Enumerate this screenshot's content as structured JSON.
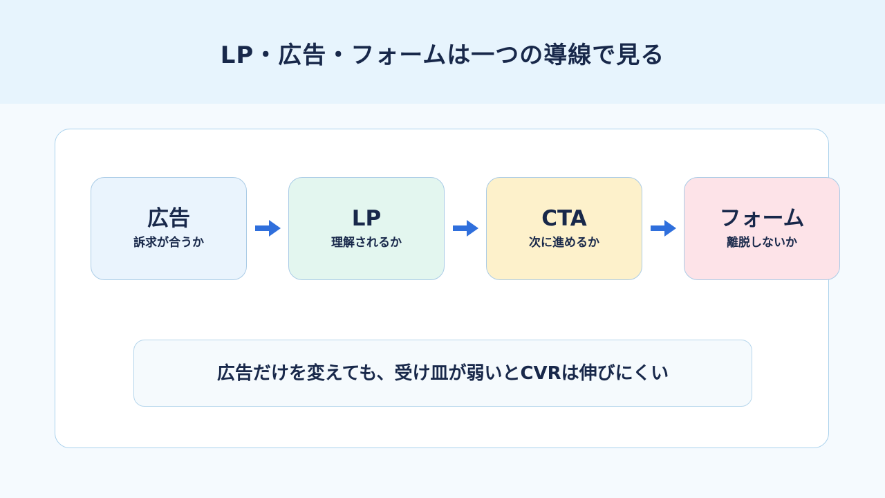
{
  "title": "LP・広告・フォームは一つの導線で見る",
  "steps": [
    {
      "title": "広告",
      "sub": "訴求が合うか",
      "color": "#eaf4fd"
    },
    {
      "title": "LP",
      "sub": "理解されるか",
      "color": "#e3f6ef"
    },
    {
      "title": "CTA",
      "sub": "次に進めるか",
      "color": "#fdf1cb"
    },
    {
      "title": "フォーム",
      "sub": "離脱しないか",
      "color": "#fde3e8"
    }
  ],
  "arrow_color": "#2f6fdc",
  "note": "広告だけを変えても、受け皿が弱いとCVRは伸びにくい",
  "icons": {
    "arrow": "arrow-right-icon"
  }
}
